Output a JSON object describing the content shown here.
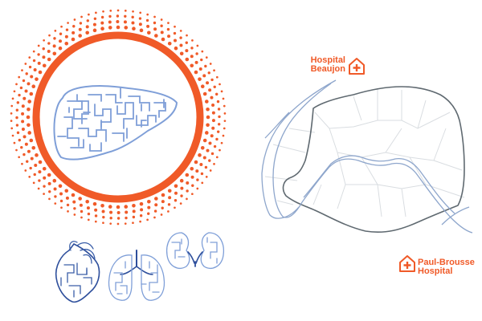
{
  "colors": {
    "accent": "#f05a28",
    "maze_line": "#7f9fd8",
    "maze_line_dark": "#2e4f9c",
    "city_outline": "#5f6970",
    "city_streets": "#d9dde1",
    "river": "#8ea6cc"
  },
  "icons": {
    "organ_center": "liver-maze-icon",
    "organ_small": [
      "heart-maze-icon",
      "lungs-maze-icon",
      "kidneys-maze-icon"
    ],
    "hospital": "hospital-cross-icon"
  },
  "hospitals": [
    {
      "line1": "Hospital",
      "line2": "Beaujon"
    },
    {
      "line1": "Paul-Brousse",
      "line2": "Hospital"
    }
  ]
}
